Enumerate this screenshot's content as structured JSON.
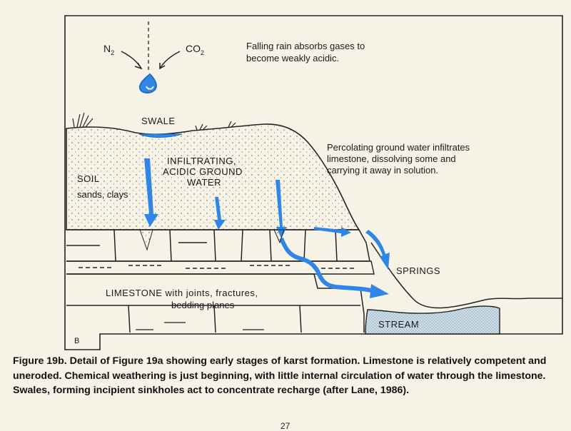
{
  "figure": {
    "panel_letter": "B",
    "labels": {
      "n2": "N",
      "n2_sub": "2",
      "co2": "CO",
      "co2_sub": "2",
      "rain_note_line1": "Falling rain absorbs gases to",
      "rain_note_line2": "become weakly acidic.",
      "swale": "SWALE",
      "infiltrating_line1": "INFILTRATING,",
      "infiltrating_line2": "ACIDIC GROUND",
      "infiltrating_line3": "WATER",
      "soil": "SOIL",
      "soil_sub": "sands, clays",
      "percolating_line1": "Percolating ground water infiltrates",
      "percolating_line2": "limestone, dissolving  some  and",
      "percolating_line3": "carrying it away in solution.",
      "springs": "SPRINGS",
      "limestone_line1": "LIMESTONE with joints, fractures,",
      "limestone_line2": "bedding planes",
      "stream": "STREAM"
    },
    "colors": {
      "water": "#2f86e6",
      "ink": "#222222",
      "background": "#f6f3e6"
    }
  },
  "caption": {
    "text": "Figure 19b.  Detail of Figure 19a showing early stages of karst formation. Limestone is relatively competent and uneroded. Chemical weathering is just beginning, with little internal circulation of water through the limestone. Swales, forming incipient sinkholes act to concentrate recharge (after Lane, 1986)."
  },
  "page_number": "27"
}
